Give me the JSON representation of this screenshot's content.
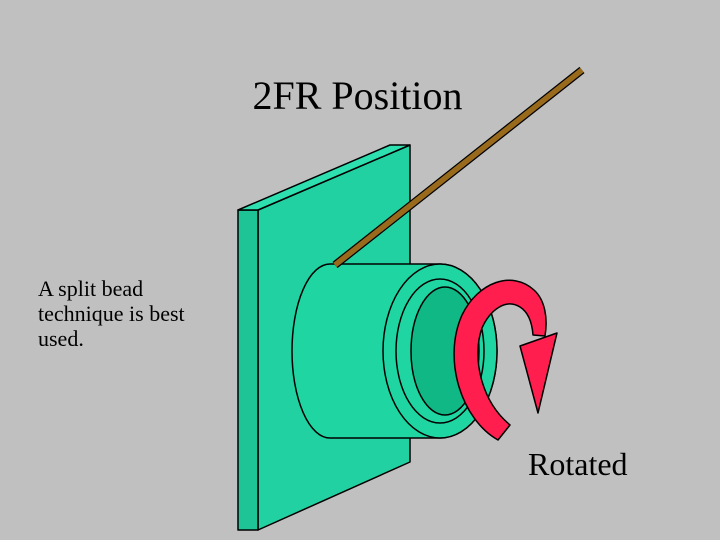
{
  "slide": {
    "title": "2FR Position",
    "body_text": "A split bead technique is best used.",
    "rotation_label": "Rotated"
  },
  "colors": {
    "background": "#c0c0c0",
    "plate": "#22d1a1",
    "pipe": "#1fd6a3",
    "pipe_bore": "#10b885",
    "rod": "#9a6a1c",
    "arrow": "#ff1e4e"
  }
}
